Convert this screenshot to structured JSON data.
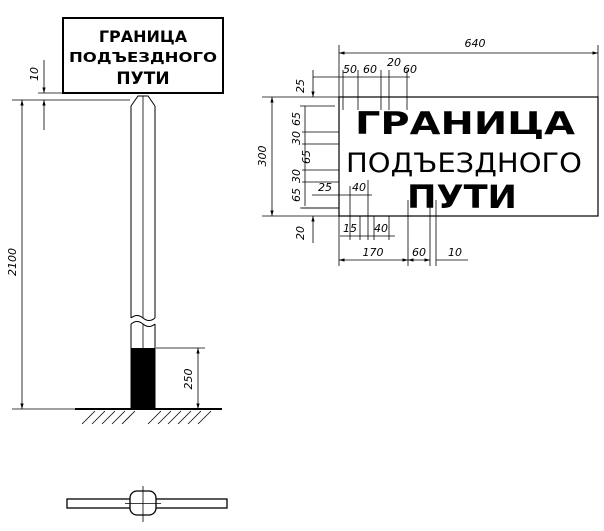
{
  "sign": {
    "line1": "ГРАНИЦА",
    "line2": "ПОДЪЕЗДНОГО",
    "line3": "ПУТИ"
  },
  "dimensions": {
    "post_height": "2100",
    "gap_sign_post": "10",
    "base_black": "250",
    "sign_width": "640",
    "sign_height": "300",
    "top_margin": "25",
    "bottom_margin": "20",
    "row1_h": "65",
    "row2_h": "65",
    "row3_h": "65",
    "gap1": "30",
    "gap2": "30",
    "top_50": "50",
    "top_60a": "60",
    "top_20": "20",
    "top_60b": "60",
    "mid_25": "25",
    "mid_40": "40",
    "bot_15": "15",
    "bot_40": "40",
    "bot_170": "170",
    "bot_60": "60",
    "bot_10": "10"
  }
}
